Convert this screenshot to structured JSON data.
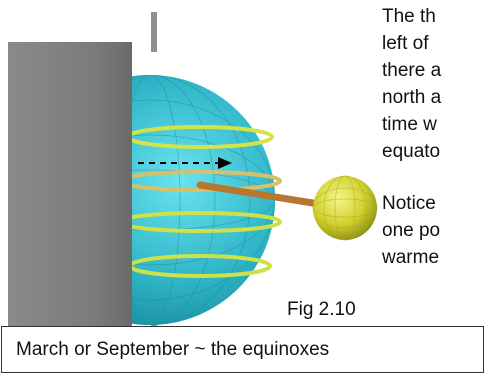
{
  "figure": {
    "caption": "Fig 2.10",
    "icons": [
      "globe",
      "sun-ball",
      "wall-panel",
      "arrow-right",
      "latitude-rings"
    ],
    "colors": {
      "globe": "#2fb8c9",
      "rings": "#d8e64a",
      "sun": "#d6d631",
      "stick": "#b6772f",
      "wall": "#7a7a7a"
    }
  },
  "side_text": {
    "paragraph1": [
      "The th",
      "left of",
      "there a",
      "north a",
      "time w",
      "equato"
    ],
    "paragraph2": [
      "Notice",
      "one po",
      "warme"
    ]
  },
  "caption_box": {
    "text": "March or September ~ the equinoxes"
  }
}
